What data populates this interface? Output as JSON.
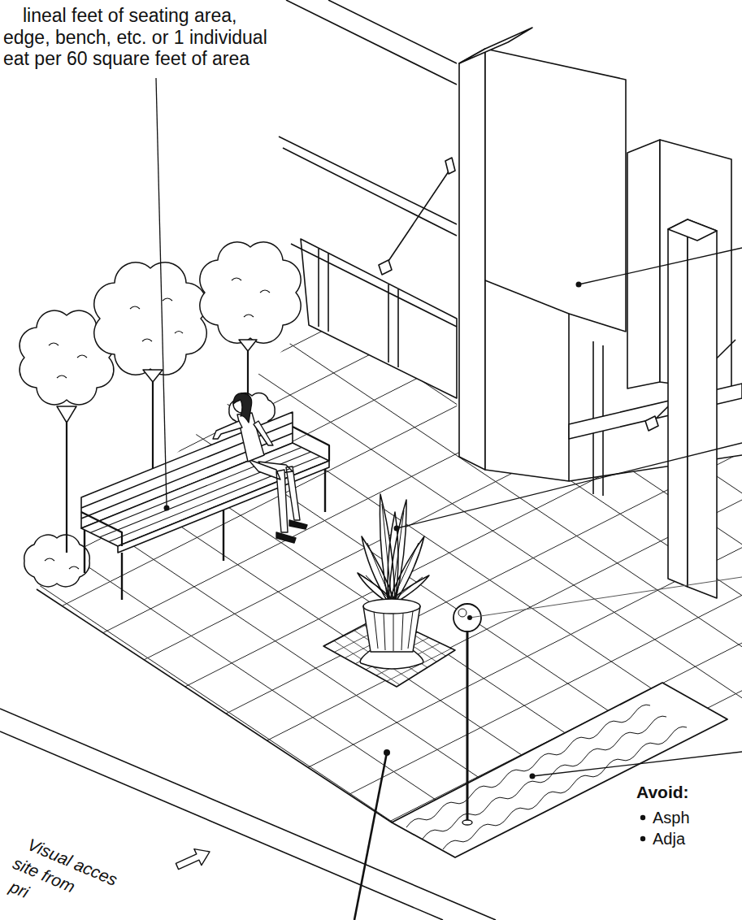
{
  "diagram": {
    "labels": [
      "lineal feet of seating area, edge, bench, etc. or 1 individual eat per 60 square feet of area",
      "Visual acces",
      "site from",
      "pri",
      "Avoid:",
      "Asph",
      "Adja"
    ]
  }
}
